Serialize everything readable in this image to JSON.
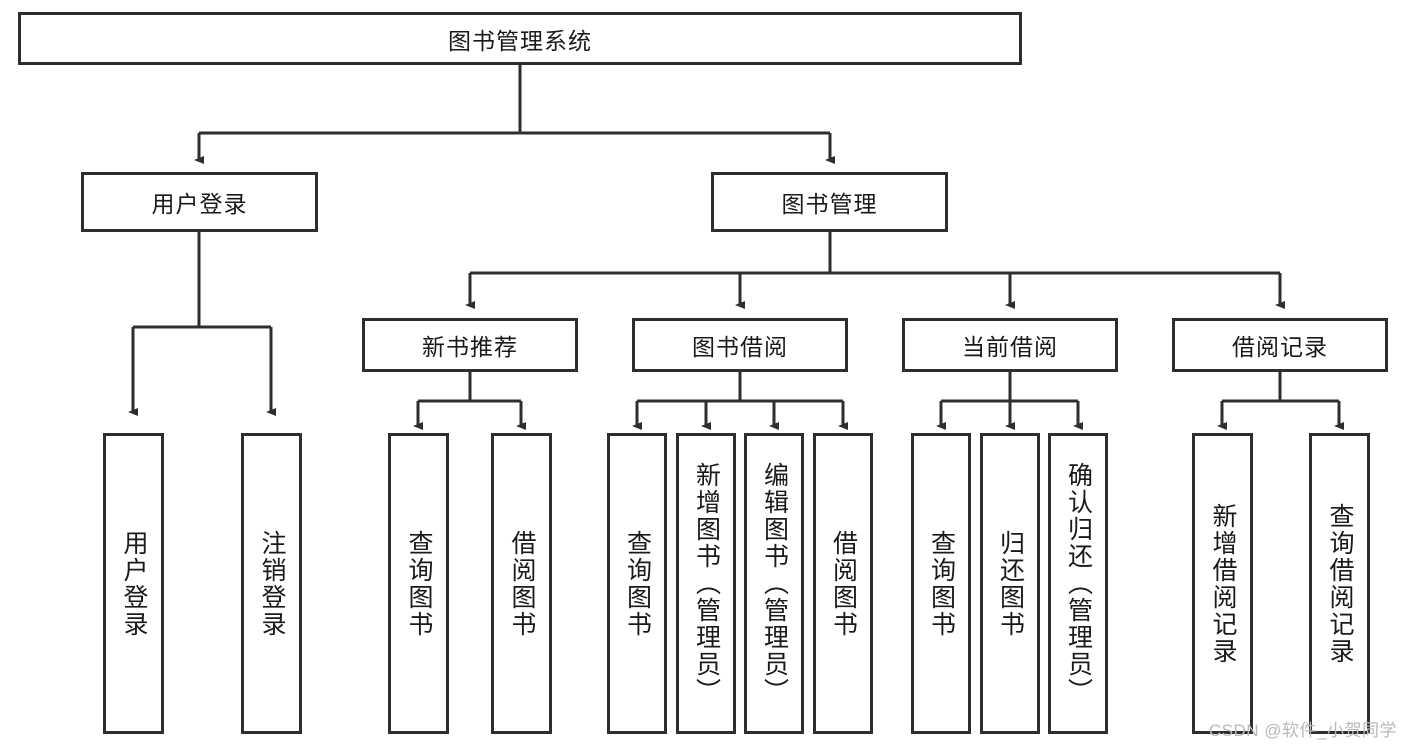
{
  "diagram": {
    "title": "图书管理系统",
    "type": "tree-hierarchy",
    "watermark": "CSDN @软件_小贺同学",
    "colors": {
      "box_border": "#2e2e2e",
      "box_fill": "#ffffff",
      "edge": "#2e2e2e",
      "text": "#1a1a1a",
      "watermark": "#b9b9b9",
      "background": "#ffffff"
    },
    "root": {
      "id": "root",
      "label": "图书管理系统"
    },
    "level2": [
      {
        "id": "user-login",
        "label": "用户登录"
      },
      {
        "id": "book-manage",
        "label": "图书管理"
      }
    ],
    "level3": [
      {
        "id": "new-book-rec",
        "label": "新书推荐",
        "parent": "book-manage"
      },
      {
        "id": "book-borrow",
        "label": "图书借阅",
        "parent": "book-manage"
      },
      {
        "id": "current-borrow",
        "label": "当前借阅",
        "parent": "book-manage"
      },
      {
        "id": "borrow-record",
        "label": "借阅记录",
        "parent": "book-manage"
      }
    ],
    "leaves": [
      {
        "id": "leaf-user-login",
        "label": "用户登录",
        "parent": "user-login"
      },
      {
        "id": "leaf-logout",
        "label": "注销登录",
        "parent": "user-login"
      },
      {
        "id": "leaf-query-book-1",
        "label": "查询图书",
        "parent": "new-book-rec"
      },
      {
        "id": "leaf-borrow-book-1",
        "label": "借阅图书",
        "parent": "new-book-rec"
      },
      {
        "id": "leaf-query-book-2",
        "label": "查询图书",
        "parent": "book-borrow"
      },
      {
        "id": "leaf-add-book",
        "label": "新增图书（管理员）",
        "parent": "book-borrow"
      },
      {
        "id": "leaf-edit-book",
        "label": "编辑图书（管理员）",
        "parent": "book-borrow"
      },
      {
        "id": "leaf-borrow-book-2",
        "label": "借阅图书",
        "parent": "book-borrow"
      },
      {
        "id": "leaf-query-book-3",
        "label": "查询图书",
        "parent": "current-borrow"
      },
      {
        "id": "leaf-return-book",
        "label": "归还图书",
        "parent": "current-borrow"
      },
      {
        "id": "leaf-confirm-return",
        "label": "确认归还（管理员）",
        "parent": "current-borrow"
      },
      {
        "id": "leaf-add-record",
        "label": "新增借阅记录",
        "parent": "borrow-record"
      },
      {
        "id": "leaf-query-record",
        "label": "查询借阅记录",
        "parent": "borrow-record"
      }
    ]
  }
}
